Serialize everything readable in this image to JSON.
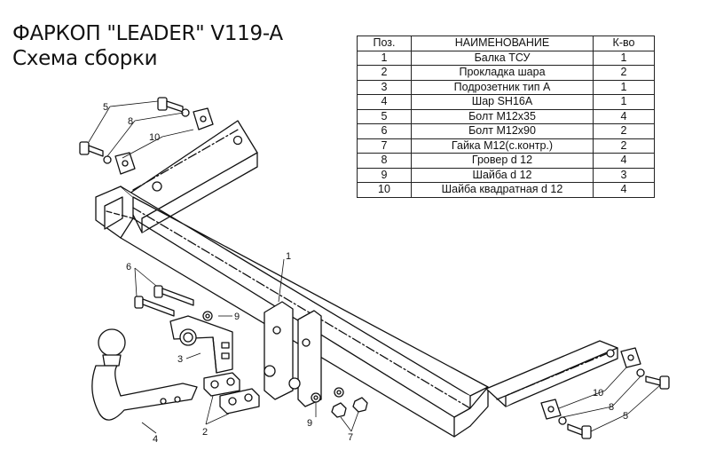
{
  "header": {
    "title": "ФАРКОП \"LEADER\" V119-A",
    "subtitle": "Схема сборки"
  },
  "parts_table": {
    "columns": [
      "Поз.",
      "НАИМЕНОВАНИЕ",
      "К-во"
    ],
    "rows": [
      [
        "1",
        "Балка ТСУ",
        "1"
      ],
      [
        "2",
        "Прокладка шара",
        "2"
      ],
      [
        "3",
        "Подрозетник тип А",
        "1"
      ],
      [
        "4",
        "Шар SH16A",
        "1"
      ],
      [
        "5",
        "Болт М12х35",
        "4"
      ],
      [
        "6",
        "Болт М12х90",
        "2"
      ],
      [
        "7",
        "Гайка М12(с.контр.)",
        "2"
      ],
      [
        "8",
        "Гровер d 12",
        "4"
      ],
      [
        "9",
        "Шайба d 12",
        "3"
      ],
      [
        "10",
        "Шайба квадратная d 12",
        "4"
      ]
    ]
  },
  "callouts": {
    "c1": "1",
    "c2": "2",
    "c3": "3",
    "c4": "4",
    "c5a": "5",
    "c5b": "5",
    "c6": "6",
    "c7": "7",
    "c8a": "8",
    "c8b": "8",
    "c9a": "9",
    "c9b": "9",
    "c10a": "10",
    "c10b": "10"
  }
}
